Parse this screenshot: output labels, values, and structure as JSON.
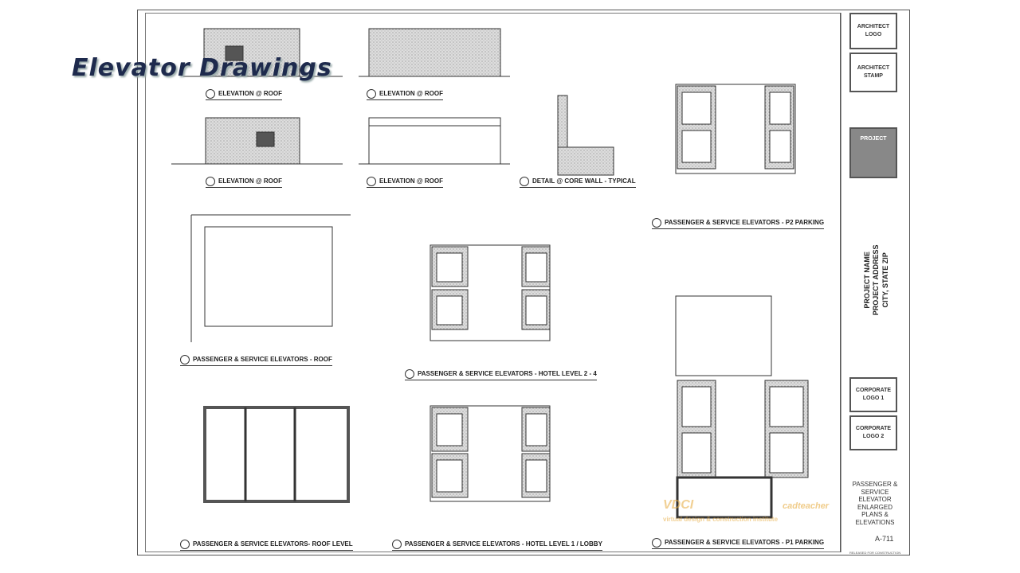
{
  "slide_title": "Elevator Drawings",
  "views": {
    "elev1": "ELEVATION @ ROOF",
    "elev2": "ELEVATION @ ROOF",
    "elev3": "ELEVATION @ ROOF",
    "elev4": "ELEVATION @ ROOF",
    "detail": "DETAIL @ CORE WALL - TYPICAL",
    "p2": "PASSENGER & SERVICE ELEVATORS - P2 PARKING",
    "roof": "PASSENGER & SERVICE ELEVATORS - ROOF",
    "hotel24": "PASSENGER & SERVICE ELEVATORS - HOTEL LEVEL 2 - 4",
    "rooflevel": "PASSENGER & SERVICE ELEVATORS- ROOF LEVEL",
    "lobby": "PASSENGER & SERVICE ELEVATORS - HOTEL LEVEL 1 / LOBBY",
    "p1": "PASSENGER & SERVICE ELEVATORS - P1 PARKING"
  },
  "title_block": {
    "architect_logo": "ARCHITECT LOGO",
    "architect_stamp": "ARCHITECT STAMP",
    "project_image_label": "PROJECT",
    "project_name": "PROJECT NAME",
    "project_address": "PROJECT ADDRESS",
    "city_state_zip": "CITY, STATE ZIP",
    "corporate_logo_1": "CORPORATE LOGO 1",
    "corporate_logo_2": "CORPORATE LOGO 2",
    "sheet_title": "PASSENGER & SERVICE ELEVATOR ENLARGED PLANS & ELEVATIONS",
    "sheet_number": "A-711",
    "released": "RELEASED FOR CONSTRUCTION"
  },
  "watermark": {
    "brand": "VDCI",
    "partner": "cadteacher",
    "tagline": "virtual design & construction institute"
  }
}
